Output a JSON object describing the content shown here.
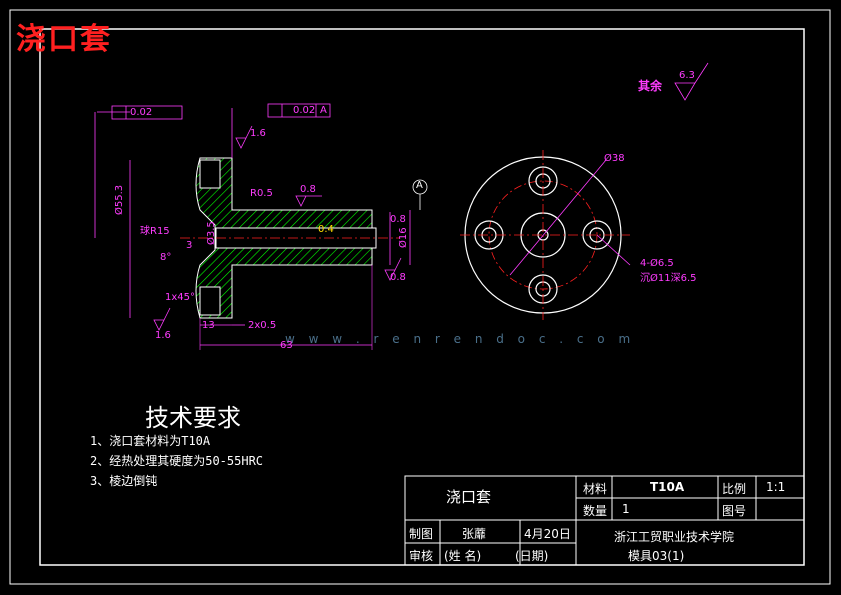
{
  "page_title": "浇口套",
  "tech": {
    "title": "技术要求",
    "items": [
      "1、浇口套材料为T10A",
      "2、经热处理其硬度为50-55HRC",
      "3、棱边倒钝"
    ]
  },
  "roughness": {
    "rest_label": "其余",
    "rest_value": "6.3"
  },
  "tolerances": {
    "flatness_value": "0.02",
    "perp_value": "0.02",
    "perp_datum": "A",
    "datum_label": "A"
  },
  "dims": {
    "d38": "Ø38",
    "holes": "4-Ø6.5",
    "cbore": "沉Ø11深6.5",
    "d55": "Ø55.3",
    "r15": "球R15",
    "r05": "R0.5",
    "d16": "Ø16",
    "d3": "3",
    "d35": "Ø3.5",
    "chamfer": "1x45°",
    "r1": "13",
    "r2": "2x0.5",
    "len": "63",
    "rough_16a": "1.6",
    "rough_16b": "1.6",
    "rough_08a": "0.8",
    "rough_08b": "0.8",
    "rough_08c": "0.8",
    "rough_04": "0.4",
    "deg": "8°"
  },
  "watermark": "w w w . r e n r e n d o c . c o m",
  "title_block": {
    "part_name": "浇口套",
    "material_label": "材料",
    "material_value": "T10A",
    "scale_label": "比例",
    "scale_value": "1:1",
    "qty_label": "数量",
    "qty_value": "1",
    "drawing_no_label": "图号",
    "drawn_label": "制图",
    "drawn_name": "张蘼",
    "drawn_date": "4月20日",
    "checked_label": "审核",
    "checked_name": "(姓  名)",
    "checked_date": "(日期)",
    "school": "浙江工贸职业技术学院",
    "class": "模具03(1)"
  }
}
